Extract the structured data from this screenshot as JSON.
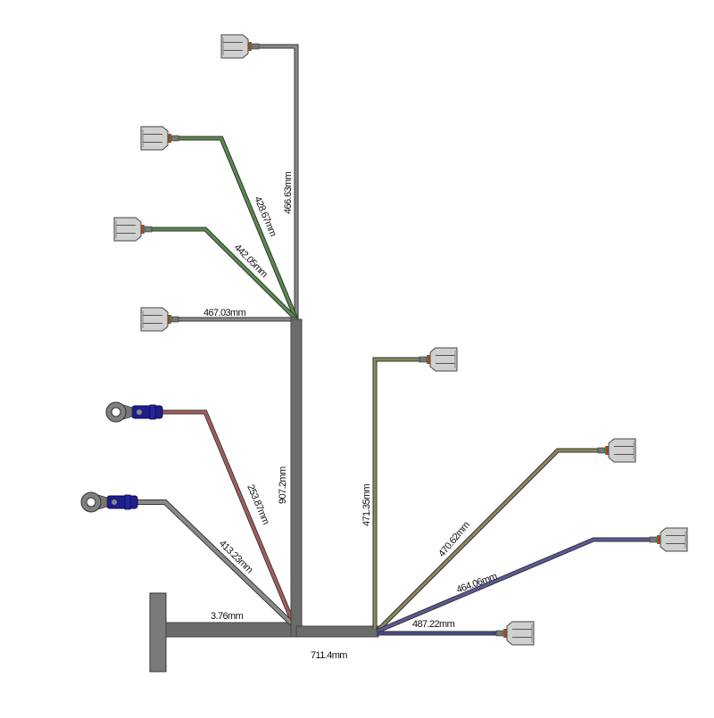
{
  "diagram": {
    "type": "wire-harness",
    "colors": {
      "trunk": "#6b6b6b",
      "green_wire": "#5a8a4a",
      "olive_wire": "#8a8a5a",
      "blue_wire": "#4a4a8a",
      "red_wire": "#b06060",
      "crimp": "#1e1e8a",
      "connector": "#c8c8c8"
    },
    "labels": {
      "top_branch": "466.63mm",
      "green_branch_1": "428.67mm",
      "green_branch_2": "442.05mm",
      "left_branch": "467.03mm",
      "main_trunk": "907.2mm",
      "ring_branch_1": "253.87mm",
      "ring_branch_2": "413.23mm",
      "t_block": "3.76mm",
      "bottom_trunk": "711.4mm",
      "right_vertical": "471.35mm",
      "right_diag_1": "470.62mm",
      "right_diag_2": "464.06mm",
      "right_bottom": "487.22mm"
    }
  }
}
